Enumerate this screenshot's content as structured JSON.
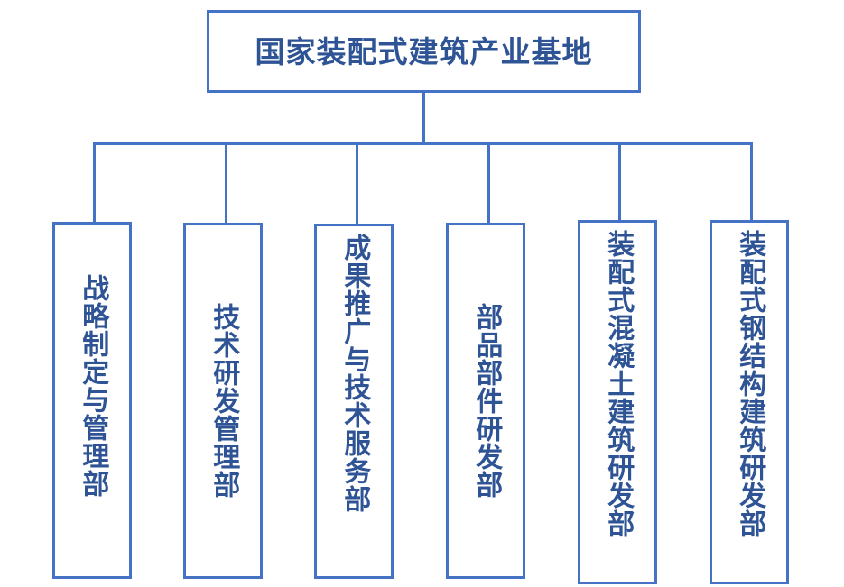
{
  "diagram": {
    "type": "org-chart",
    "orientation": "top-down",
    "colors": {
      "line": "#4472C4",
      "text": "#2F5496",
      "background": "#FFFFFF"
    },
    "root": {
      "label": "国家装配式建筑产业基地",
      "text_direction": "horizontal"
    },
    "children": [
      {
        "label": "战略制定与管理部",
        "text_direction": "vertical",
        "char_count": 8
      },
      {
        "label": "技术研发管理部",
        "text_direction": "vertical",
        "char_count": 7
      },
      {
        "label": "成果推广与技术服务部",
        "text_direction": "vertical",
        "char_count": 10
      },
      {
        "label": "部品部件研发部",
        "text_direction": "vertical",
        "char_count": 7
      },
      {
        "label": "装配式混凝土建筑研发部",
        "text_direction": "vertical",
        "char_count": 11
      },
      {
        "label": "装配式钢结构建筑研发部",
        "text_direction": "vertical",
        "char_count": 11
      }
    ]
  }
}
